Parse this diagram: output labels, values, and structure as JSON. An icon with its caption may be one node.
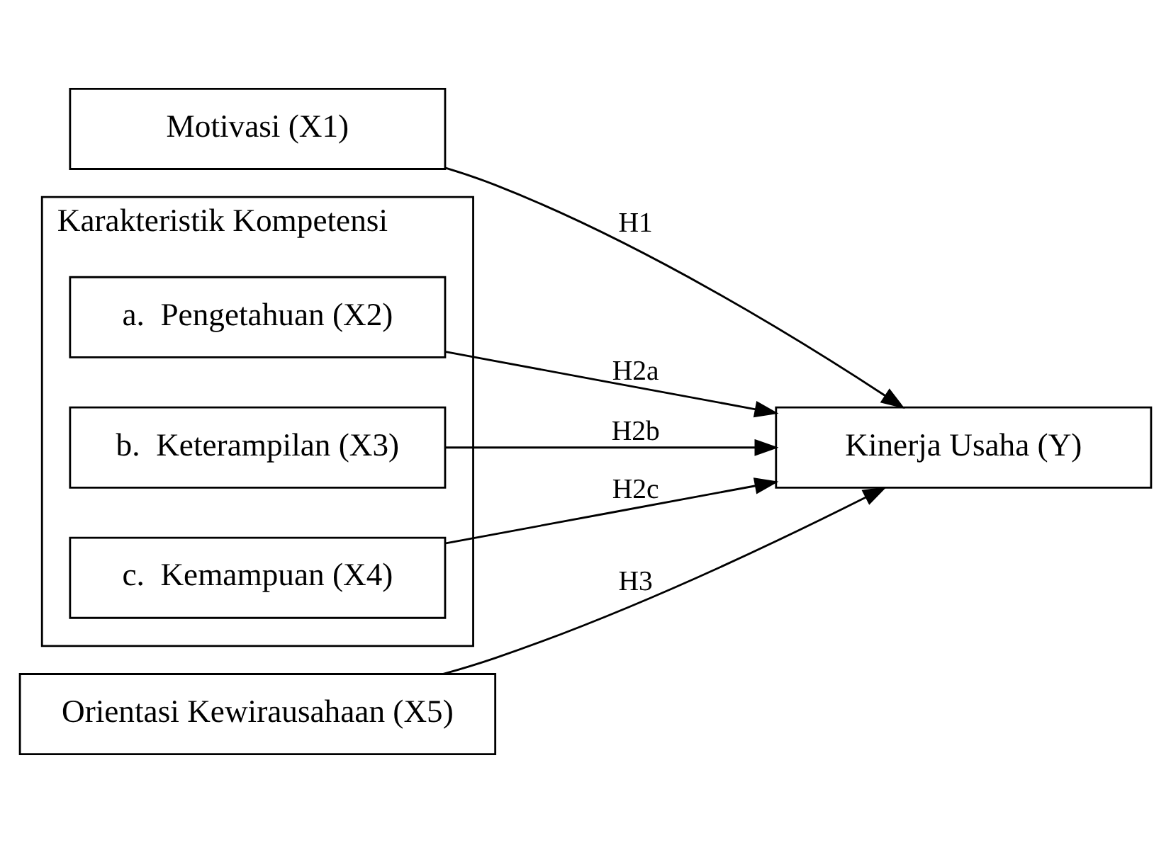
{
  "diagram": {
    "nodes": [
      {
        "text": [
          "Motivasi (X1)"
        ]
      },
      {
        "text": [
          "Karakteristik Kompetensi"
        ]
      },
      {
        "text": [
          "a.  Pengetahuan (X2)"
        ],
        "in": 1
      },
      {
        "text": [
          "b.  Keterampilan (X3)"
        ],
        "in": 1
      },
      {
        "text": [
          "c.  Kemampuan (X4)"
        ],
        "in": 1
      },
      {
        "text": [
          "Orientasi Kewirausahaan (X5)"
        ]
      },
      {
        "text": [
          "Kinerja Usaha (Y)"
        ]
      }
    ],
    "edges": [
      {
        "from": 0,
        "to": 6,
        "arrow": "to",
        "label": "H1"
      },
      {
        "from": 2,
        "to": 6,
        "arrow": "to",
        "label": "H2a"
      },
      {
        "from": 3,
        "to": 6,
        "arrow": "to",
        "label": "H2b"
      },
      {
        "from": 4,
        "to": 6,
        "arrow": "to",
        "label": "H2c"
      },
      {
        "from": 5,
        "to": 6,
        "arrow": "to",
        "label": "H3"
      }
    ]
  }
}
